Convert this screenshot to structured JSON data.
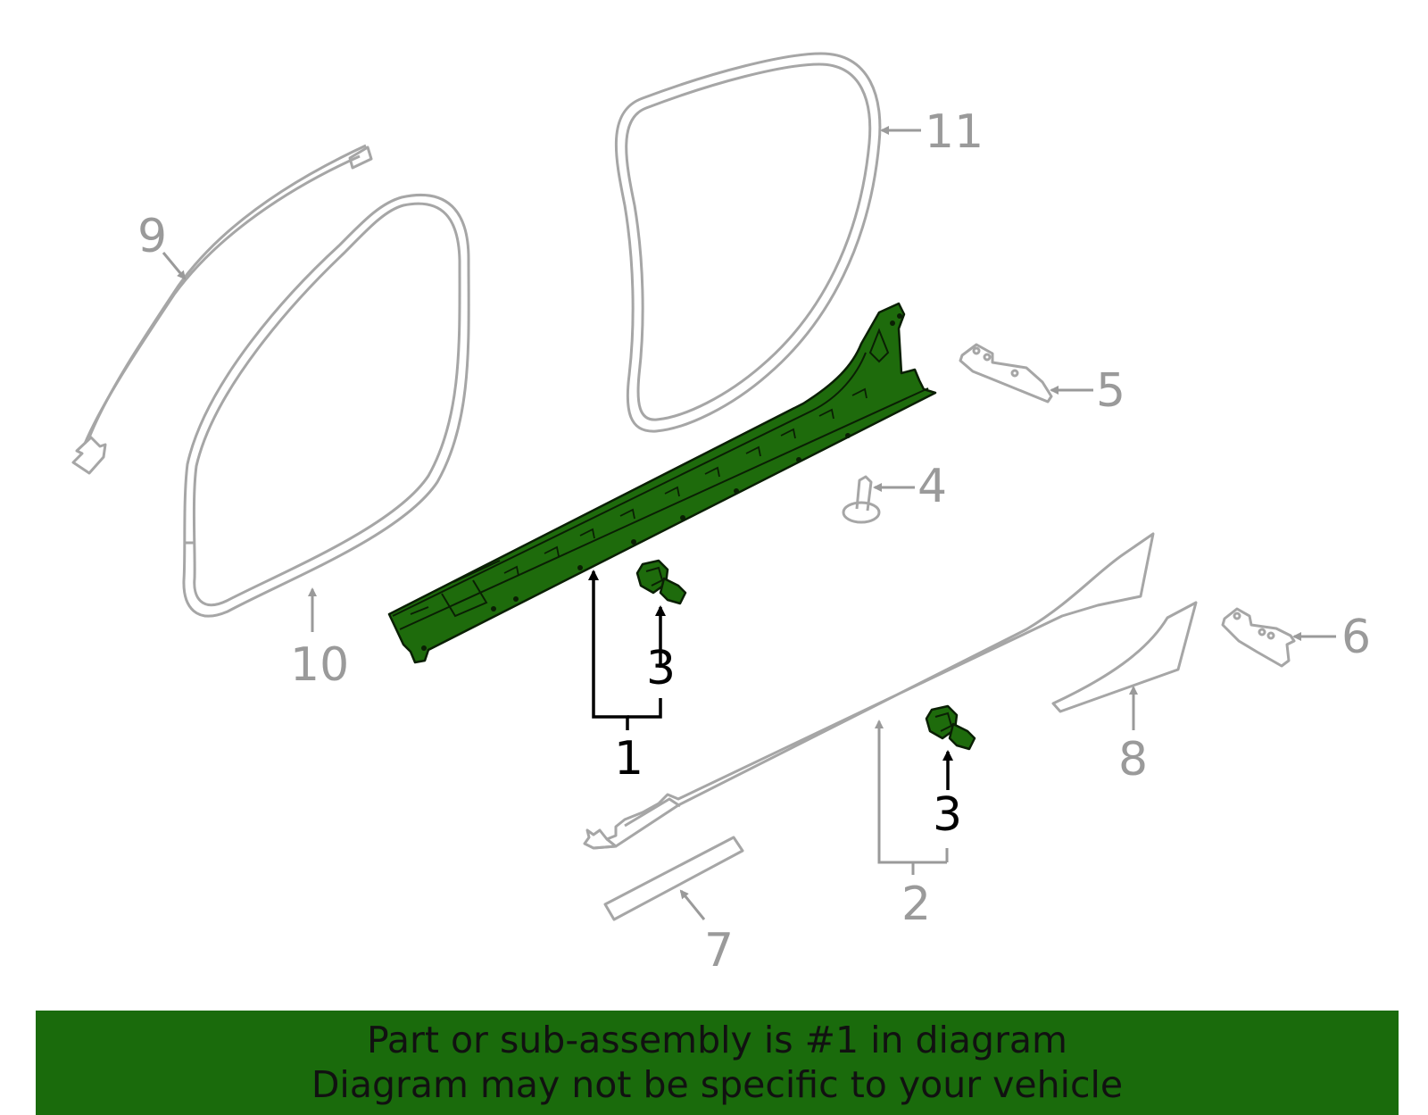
{
  "callouts": {
    "c1": "1",
    "c2": "2",
    "c3a": "3",
    "c3b": "3",
    "c4": "4",
    "c5": "5",
    "c6": "6",
    "c7": "7",
    "c8": "8",
    "c9": "9",
    "c10": "10",
    "c11": "11"
  },
  "banner": {
    "line1": "Part or sub-assembly is #1 in diagram",
    "line2": "Diagram may not be specific to your vehicle"
  },
  "colors": {
    "highlight": "#1e6b0c",
    "banner": "#1a6b0c",
    "parts": "#a6a6a6"
  }
}
